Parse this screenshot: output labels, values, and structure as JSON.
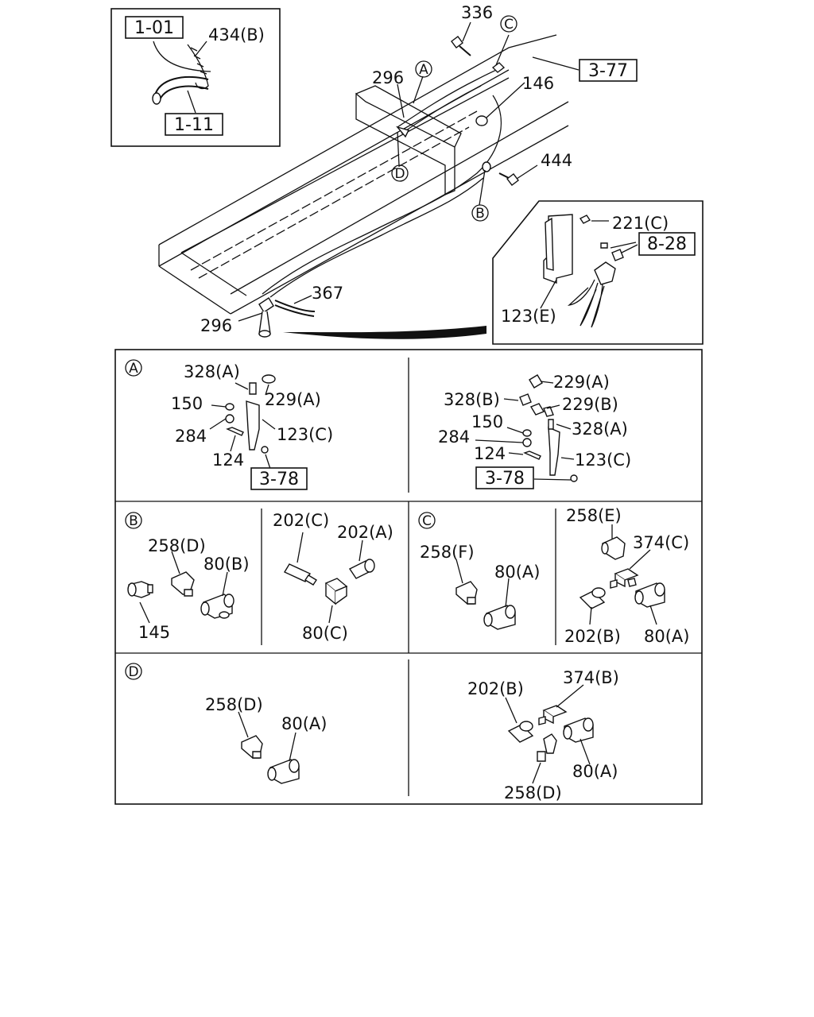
{
  "inset_top_left": {
    "ref_a": "1-01",
    "ref_b": "1-11",
    "part": "434(B)"
  },
  "main_view": {
    "parts": [
      "336",
      "3-77",
      "296",
      "146",
      "444",
      "367",
      "296"
    ],
    "callouts": [
      "A",
      "B",
      "C",
      "D"
    ]
  },
  "inset_right": {
    "parts": [
      "221(C)",
      "8-28",
      "123(E)"
    ]
  },
  "panel_A": {
    "tag": "A",
    "left": [
      "328(A)",
      "229(A)",
      "150",
      "284",
      "123(C)",
      "124",
      "3-78"
    ],
    "right": [
      "229(A)",
      "328(B)",
      "229(B)",
      "150",
      "328(A)",
      "284",
      "124",
      "123(C)",
      "3-78"
    ]
  },
  "panel_B": {
    "tag": "B",
    "left": [
      "258(D)",
      "80(B)",
      "145"
    ],
    "right": [
      "202(C)",
      "202(A)",
      "80(C)"
    ]
  },
  "panel_C": {
    "tag": "C",
    "left": [
      "258(F)",
      "80(A)"
    ],
    "right": [
      "258(E)",
      "374(C)",
      "202(B)",
      "80(A)"
    ]
  },
  "panel_D": {
    "tag": "D",
    "left": [
      "258(D)",
      "80(A)"
    ],
    "right": [
      "374(B)",
      "202(B)",
      "80(A)",
      "258(D)"
    ]
  }
}
